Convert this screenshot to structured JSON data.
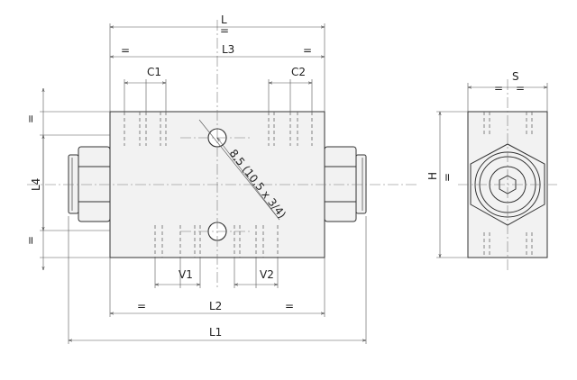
{
  "labels": {
    "L": "L",
    "L1": "L1",
    "L2": "L2",
    "L3": "L3",
    "L4": "L4",
    "C1": "C1",
    "C2": "C2",
    "V1": "V1",
    "V2": "V2",
    "H": "H",
    "S": "S",
    "equal_sign": "=",
    "hole_callout": "8,5 (10,5 x 3/4)"
  }
}
